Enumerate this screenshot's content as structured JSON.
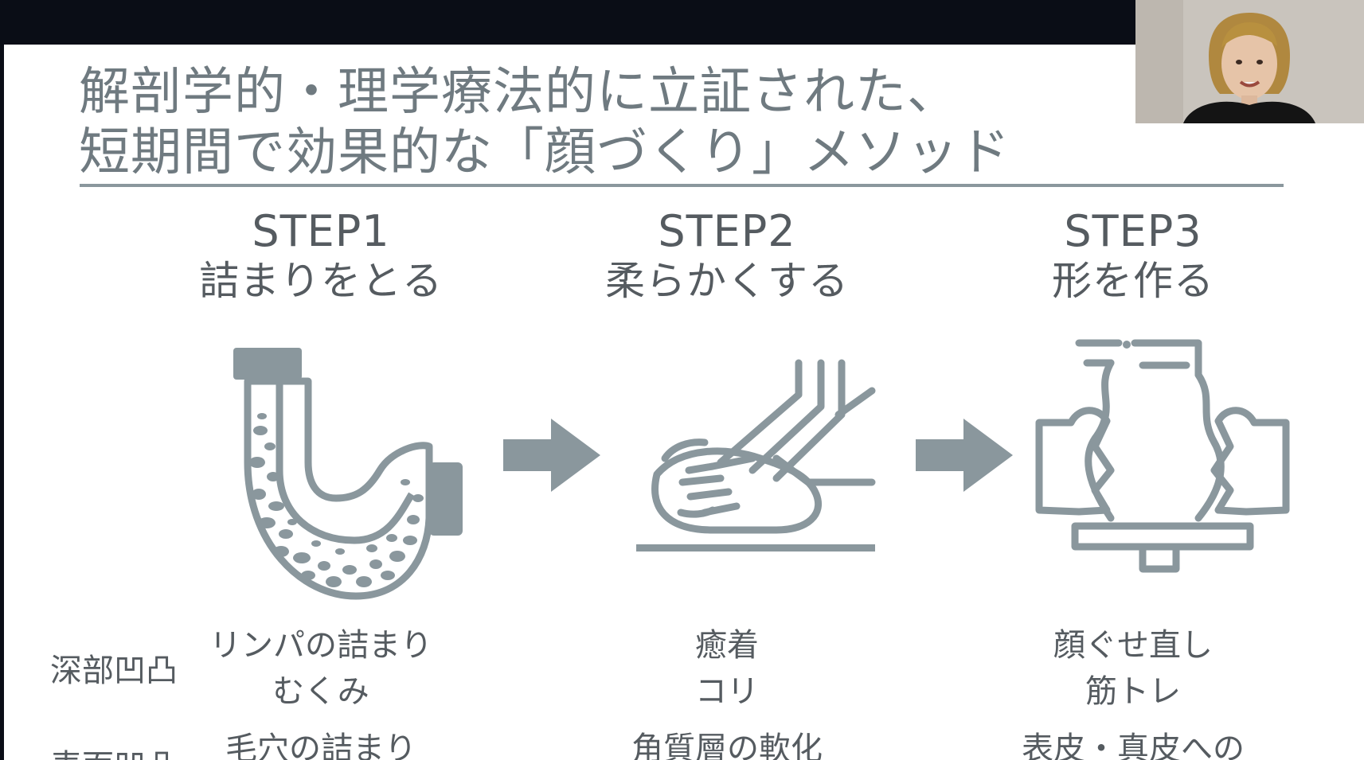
{
  "slide": {
    "title_line1": "解剖学的・理学療法的に立証された、",
    "title_line2": "短期間で効果的な「顔づくり」メソッド",
    "accent_color": "#8a979d",
    "text_color": "#555b60"
  },
  "steps": [
    {
      "number": "STEP1",
      "label": "詰まりをとる",
      "icon": "clogged-pipe-icon"
    },
    {
      "number": "STEP2",
      "label": "柔らかくする",
      "icon": "kneading-dough-icon"
    },
    {
      "number": "STEP3",
      "label": "形を作る",
      "icon": "pottery-wheel-icon"
    }
  ],
  "arrows": [
    "arrow-right-icon",
    "arrow-right-icon"
  ],
  "rows": [
    {
      "label": "深部凹凸",
      "cells": [
        [
          "リンパの詰まり",
          "むくみ"
        ],
        [
          "癒着",
          "コリ"
        ],
        [
          "顔ぐせ直し",
          "筋トレ"
        ]
      ]
    },
    {
      "label": "表面凹凸",
      "cells": [
        [
          "毛穴の詰まり"
        ],
        [
          "角質層の軟化"
        ],
        [
          "表皮・真皮への"
        ]
      ]
    }
  ],
  "webcam": {
    "icon": "presenter-video-feed"
  }
}
